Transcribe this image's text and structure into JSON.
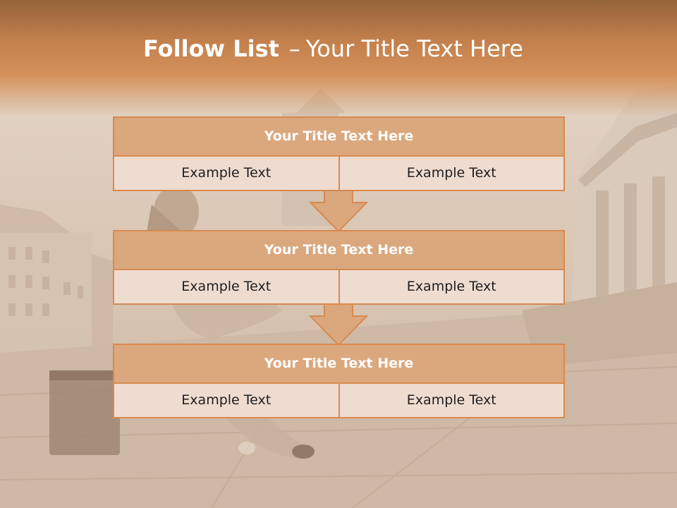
{
  "slide": {
    "title_bold": "Follow List",
    "title_separator": "–",
    "title_rest": "Your Title Text Here",
    "colors": {
      "header_band": "#c3804c",
      "box_title_fill": "#dba77d",
      "box_border": "#d88a4f",
      "cell_fill": "#efdcd1",
      "arrow_fill": "#dba77d"
    },
    "blocks": [
      {
        "title": "Your Title Text Here",
        "left": "Example Text",
        "right": "Example Text"
      },
      {
        "title": "Your Title Text Here",
        "left": "Example Text",
        "right": "Example Text"
      },
      {
        "title": "Your Title Text Here",
        "left": "Example Text",
        "right": "Example Text"
      }
    ]
  }
}
